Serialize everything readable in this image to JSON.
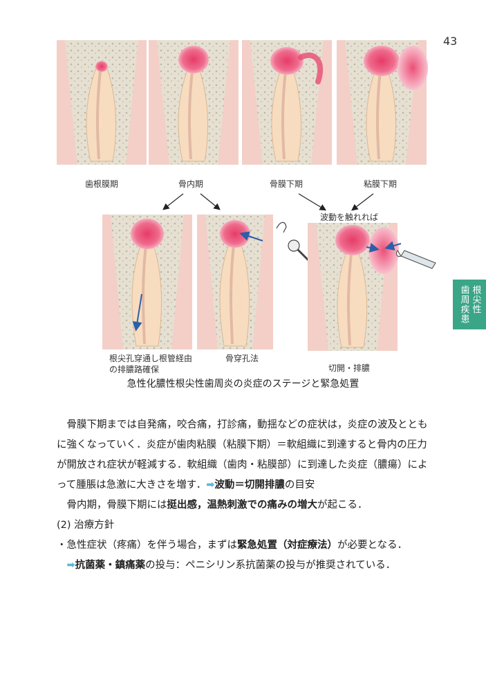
{
  "page": {
    "number": "43"
  },
  "side_tab": {
    "line1": "根尖性",
    "line2": "歯周疾患"
  },
  "figure": {
    "stage_labels": [
      "歯根膜期",
      "骨内期",
      "骨膜下期",
      "粘膜下期"
    ],
    "treatment_labels": {
      "root_canal_line1": "根尖孔穿通し根管経由",
      "root_canal_line2": "の排膿路確保",
      "bone_puncture": "骨穿孔法",
      "incision": "切開・排膿",
      "fluctuation_note": "波動を触れれば"
    },
    "caption": "急性化膿性根尖性歯周炎の炎症のステージと緊急処置"
  },
  "colors": {
    "accent_green": "#3aa587",
    "abscess_pink": "#e94b73",
    "bone": "#e6e0d2",
    "gum": "#f3cfc8",
    "arrow_blue": "#5ab7e0",
    "instrument_blue": "#2b5fa8"
  },
  "text": {
    "p1": [
      {
        "t": "骨膜下期までは自発痛，咬合痛，打診痛，動揺などの症状は，炎症の波及とともに強くなっていく．炎症が歯肉粘膜（粘膜下期）＝軟組織に到達すると骨内の圧力が開放され症状が軽減する．軟組織（歯肉・粘膜部）に到達した炎症（膿瘍）によって腫脹は急激に大きさを増す．"
      },
      {
        "t": "➡",
        "c": "arrow-mark"
      },
      {
        "t": "波動＝切開排膿",
        "c": "bold"
      },
      {
        "t": "の目安"
      }
    ],
    "p2": [
      {
        "t": "骨内期，骨膜下期には"
      },
      {
        "t": "挺出感，温熱刺激での痛みの増大",
        "c": "bold"
      },
      {
        "t": "が起こる．"
      }
    ],
    "heading": "(2)  治療方針",
    "bullet": [
      {
        "t": "・急性症状（疼痛）を伴う場合，まずは"
      },
      {
        "t": "緊急処置（対症療法）",
        "c": "bold"
      },
      {
        "t": "が必要となる．"
      }
    ],
    "sub": [
      {
        "t": "➡",
        "c": "arrow-mark"
      },
      {
        "t": "抗菌薬・鎮痛薬",
        "c": "bold"
      },
      {
        "t": "の投与：ペニシリン系抗菌薬の投与が推奨されている．"
      }
    ]
  }
}
